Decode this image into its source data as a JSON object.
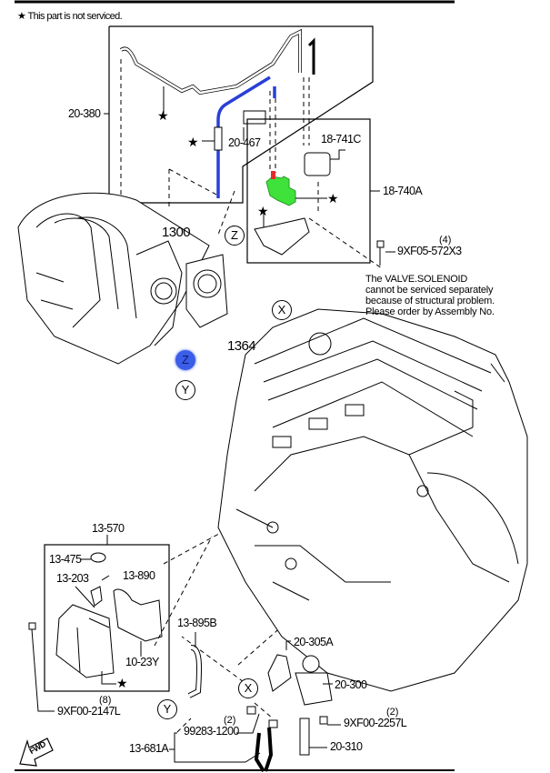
{
  "legend": {
    "star_symbol": "★",
    "text": "This part is not serviced."
  },
  "highlight_colors": {
    "hose": "#2a3fd8",
    "solenoid": "#3ee23a",
    "connector": "#e52a2a",
    "marker": "#3a5ee8"
  },
  "parts": {
    "p20_380": "20-380",
    "p20_467": "20-467",
    "p18_741C": "18-741C",
    "p18_740A": "18-740A",
    "p9XF05": "9XF05-572X3",
    "p9XF05_qty": "(4)",
    "p1300": "1300",
    "p1364": "1364",
    "p13_570": "13-570",
    "p13_475": "13-475",
    "p13_203": "13-203",
    "p13_890": "13-890",
    "p10_23Y": "10-23Y",
    "p13_895B": "13-895B",
    "p9XF00_2147L": "9XF00-2147L",
    "p9XF00_2147L_qty": "(8)",
    "p20_305A": "20-305A",
    "p20_300": "20-300",
    "p9XF00_2257L": "9XF00-2257L",
    "p9XF00_2257L_qty": "(2)",
    "p99283": "99283-1200",
    "p99283_qty": "(2)",
    "p13_681A": "13-681A",
    "p20_310": "20-310"
  },
  "refs": {
    "z": "Z",
    "x": "X",
    "y": "Y"
  },
  "note": {
    "lines": [
      "The VALVE.SOLENOID",
      "cannot be serviced separately",
      "because of structural problem.",
      "Please order by Assembly No."
    ]
  },
  "fwd": "FWD"
}
